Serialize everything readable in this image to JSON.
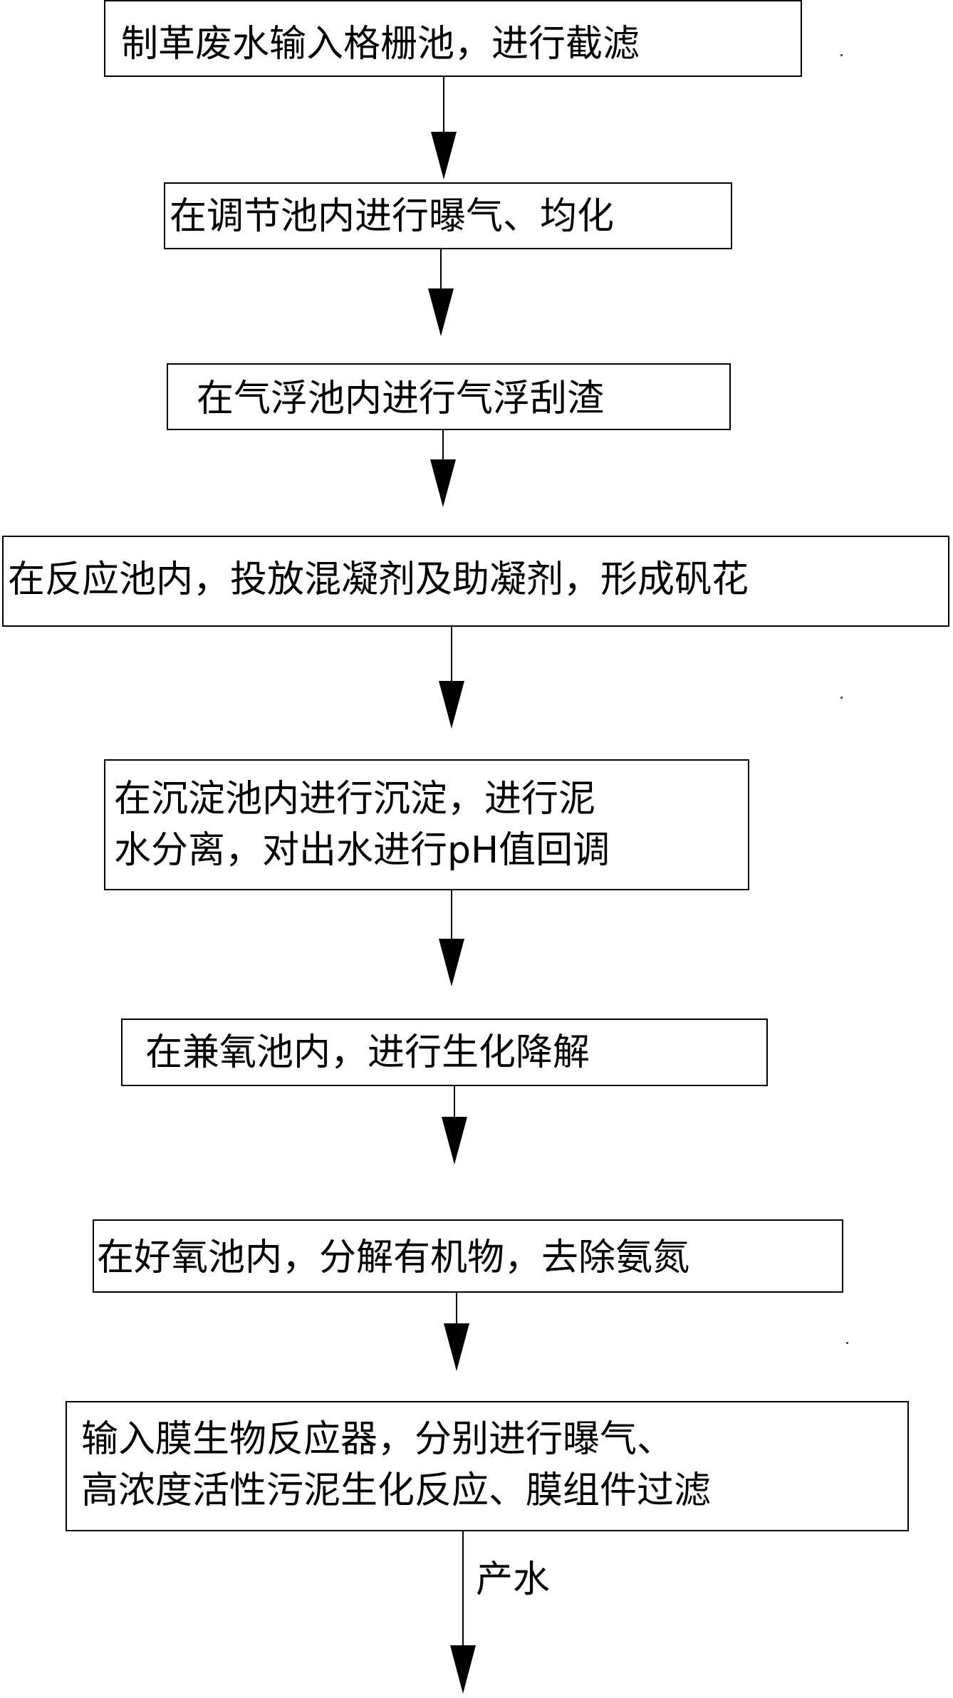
{
  "steps": [
    {
      "lines": [
        "制革废水输入格栅池，进行截滤"
      ]
    },
    {
      "lines": [
        "在调节池内进行曝气、均化"
      ]
    },
    {
      "lines": [
        "在气浮池内进行气浮刮渣"
      ]
    },
    {
      "lines": [
        "在反应池内，投放混凝剂及助凝剂，形成矾花"
      ]
    },
    {
      "lines": [
        "在沉淀池内进行沉淀，进行泥",
        "水分离，对出水进行pH值回调"
      ]
    },
    {
      "lines": [
        "在兼氧池内，进行生化降解"
      ]
    },
    {
      "lines": [
        "在好氧池内，分解有机物，去除氨氮"
      ]
    },
    {
      "lines": [
        "输入膜生物反应器，分别进行曝气、",
        "高浓度活性污泥生化反应、膜组件过滤"
      ]
    }
  ],
  "output_label": "产水",
  "colors": {
    "stroke": "#000000",
    "background": "#ffffff"
  }
}
